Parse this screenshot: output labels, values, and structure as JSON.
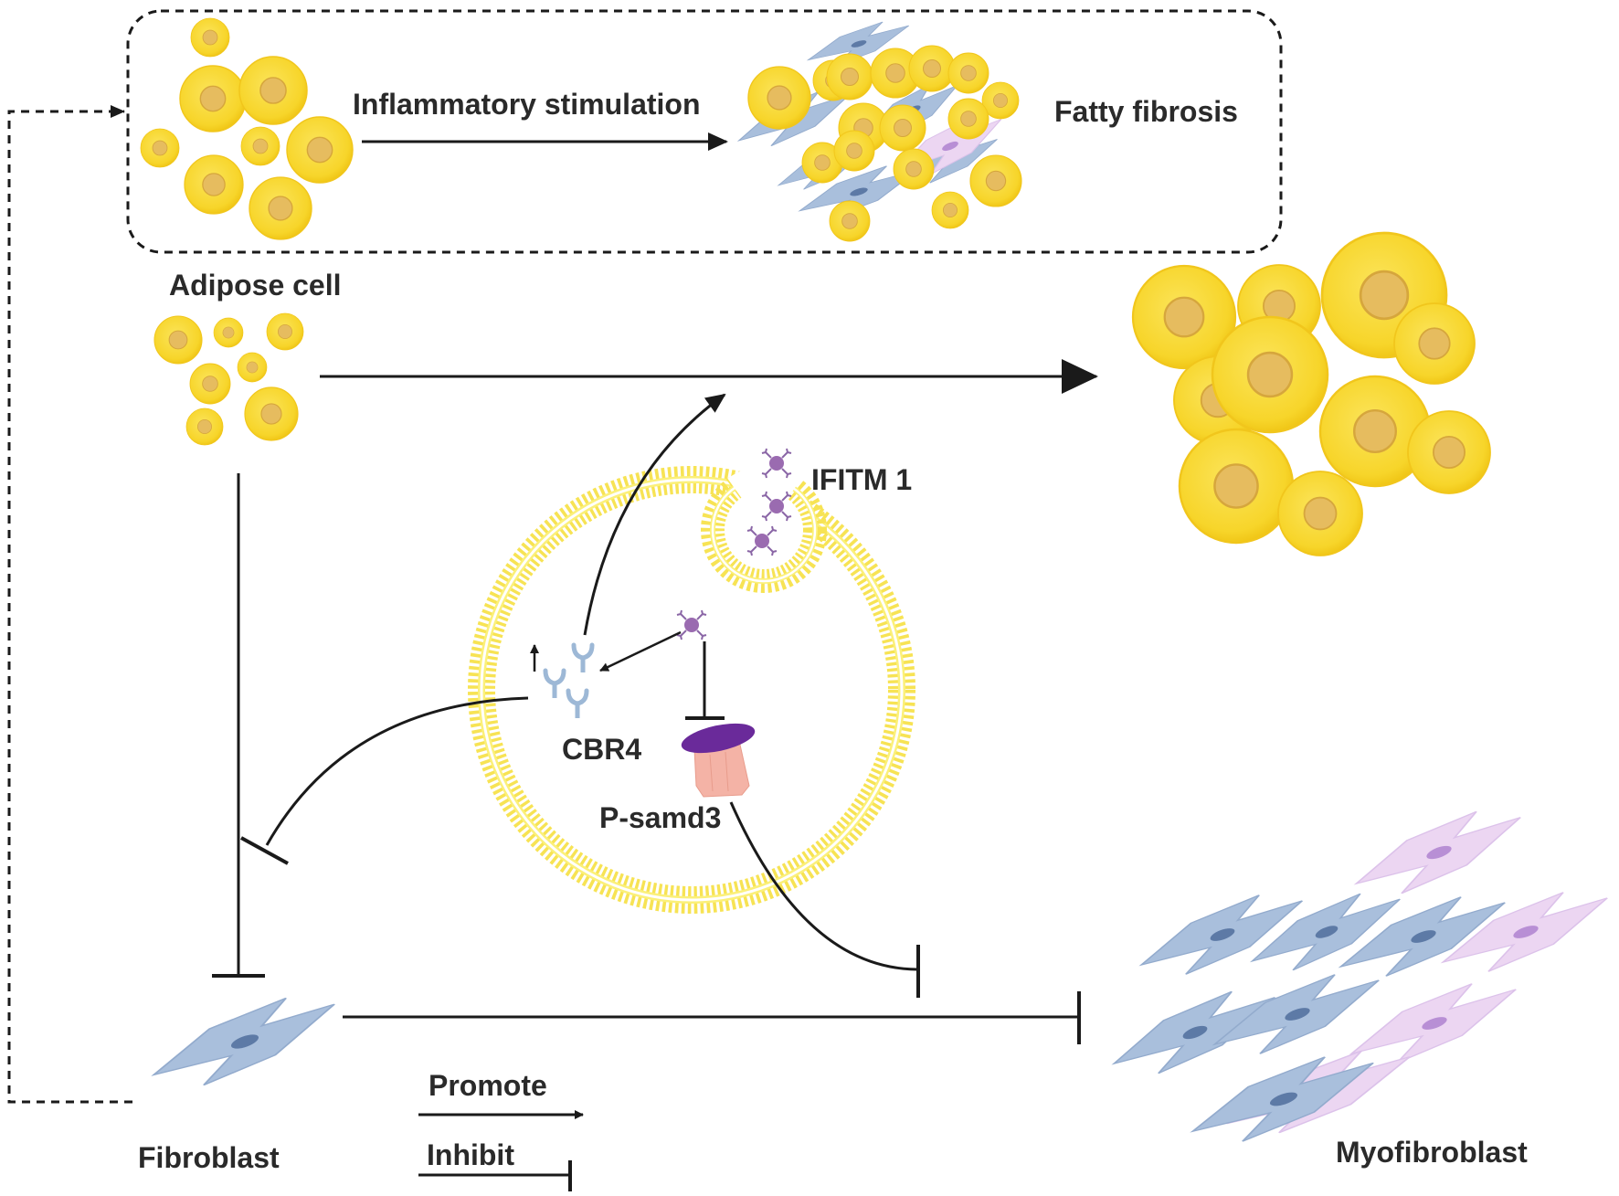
{
  "labels": {
    "inflammatory": "Inflammatory  stimulation",
    "fatty_fibrosis": "Fatty fibrosis",
    "adipose_cell": "Adipose cell",
    "ifitm1": "IFITM 1",
    "cbr4": "CBR4",
    "psamd3": "P-samd3",
    "fibroblast": "Fibroblast",
    "myofibroblast": "Myofibroblast"
  },
  "legend": {
    "promote": "Promote",
    "inhibit": "Inhibit"
  },
  "colors": {
    "adipocyte_fill": "#f8d93a",
    "adipocyte_edge": "#f0c419",
    "adipocyte_nucleus": "#e2b85a",
    "fibroblast_blue": "#a9bfdc",
    "fibroblast_nucleus": "#5d7aa6",
    "myofibroblast_pink": "#ead3f0",
    "myofibroblast_nucleus": "#b990d4",
    "membrane": "#f7e354",
    "ifitm": "#9a6bb0",
    "receptor": "#9db8d6",
    "psmad_cap": "#6a2a9a",
    "psmad_body": "#f4b3a6",
    "line": "#1a1a1a"
  }
}
